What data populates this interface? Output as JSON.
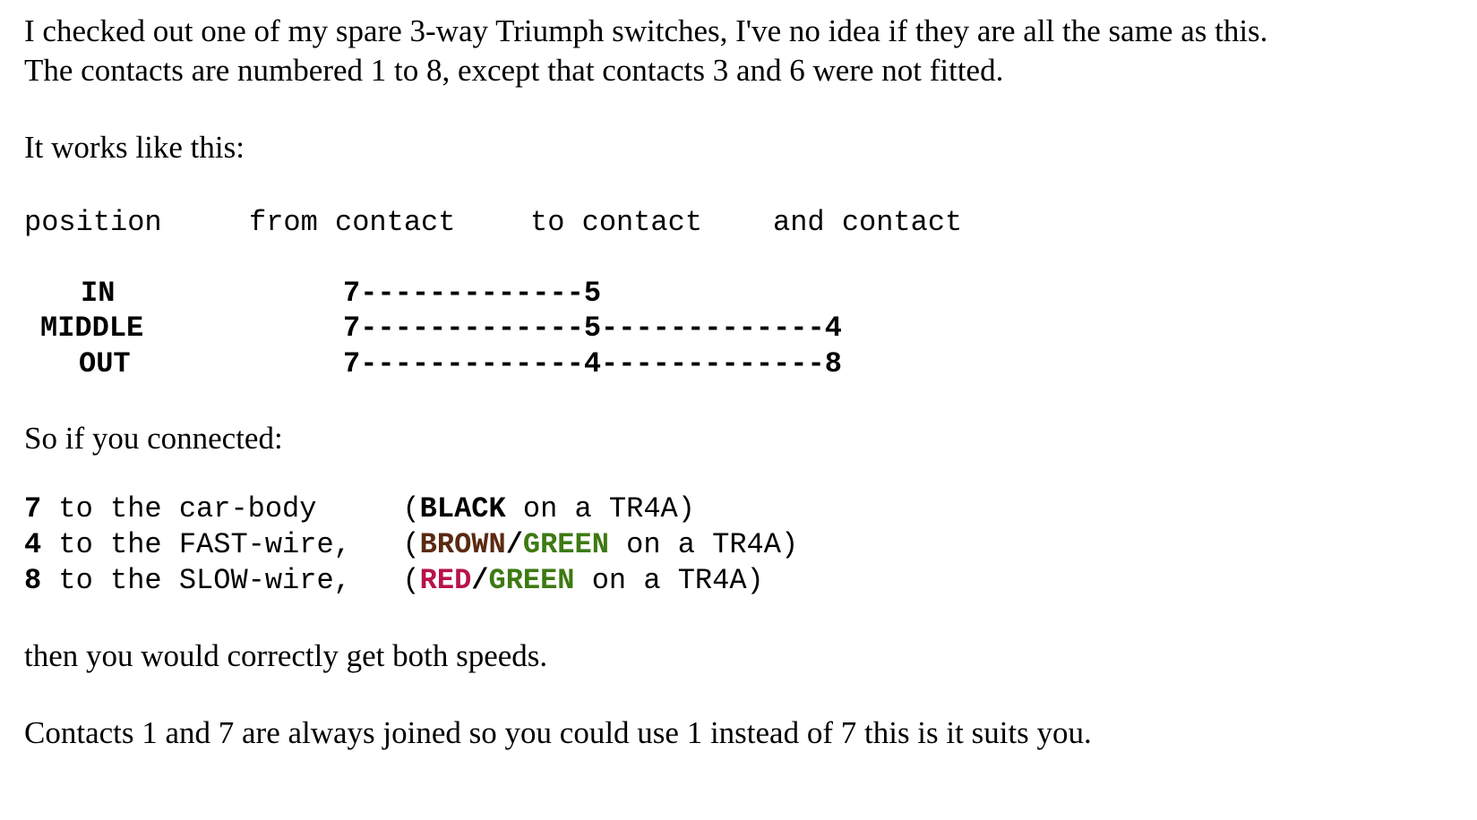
{
  "intro": {
    "line1": "I checked out one of my spare 3-way Triumph switches, I've no idea if they are all the same as this.",
    "line2": "The contacts are numbered 1 to 8, except that contacts 3 and 6 were not fitted."
  },
  "works_like": "It works like this:",
  "table": {
    "headers": [
      "position",
      "from contact",
      "to contact",
      "and contact"
    ],
    "rows": [
      {
        "position": "IN",
        "from": "7",
        "dash1": "-------------",
        "to": "5",
        "dash2": "",
        "and": ""
      },
      {
        "position": "MIDDLE",
        "from": "7",
        "dash1": "-------------",
        "to": "5",
        "dash2": "-------------",
        "and": "4"
      },
      {
        "position": "OUT",
        "from": "7",
        "dash1": "-------------",
        "to": "4",
        "dash2": "-------------",
        "and": "8"
      }
    ]
  },
  "so_if": "So if you connected:",
  "connections": [
    {
      "num": "7",
      "text": " to the car-body     ",
      "open": "(",
      "colors": [
        {
          "label": "BLACK",
          "hex": "#000000"
        }
      ],
      "suffix": " on a TR4A)"
    },
    {
      "num": "4",
      "text": " to the FAST-wire,   ",
      "open": "(",
      "colors": [
        {
          "label": "BROWN",
          "hex": "#5a2a12"
        },
        {
          "sep": "/"
        },
        {
          "label": "GREEN",
          "hex": "#3d7a12"
        }
      ],
      "suffix": " on a TR4A)"
    },
    {
      "num": "8",
      "text": " to the SLOW-wire,   ",
      "open": "(",
      "colors": [
        {
          "label": "RED",
          "hex": "#b8124a"
        },
        {
          "sep": "/"
        },
        {
          "label": "GREEN",
          "hex": "#3d7a12"
        }
      ],
      "suffix": " on a TR4A)"
    }
  ],
  "then": "then you would correctly get both speeds.",
  "contacts_note": "Contacts 1 and 7 are always joined so you could use 1 instead of 7 this is it suits you."
}
